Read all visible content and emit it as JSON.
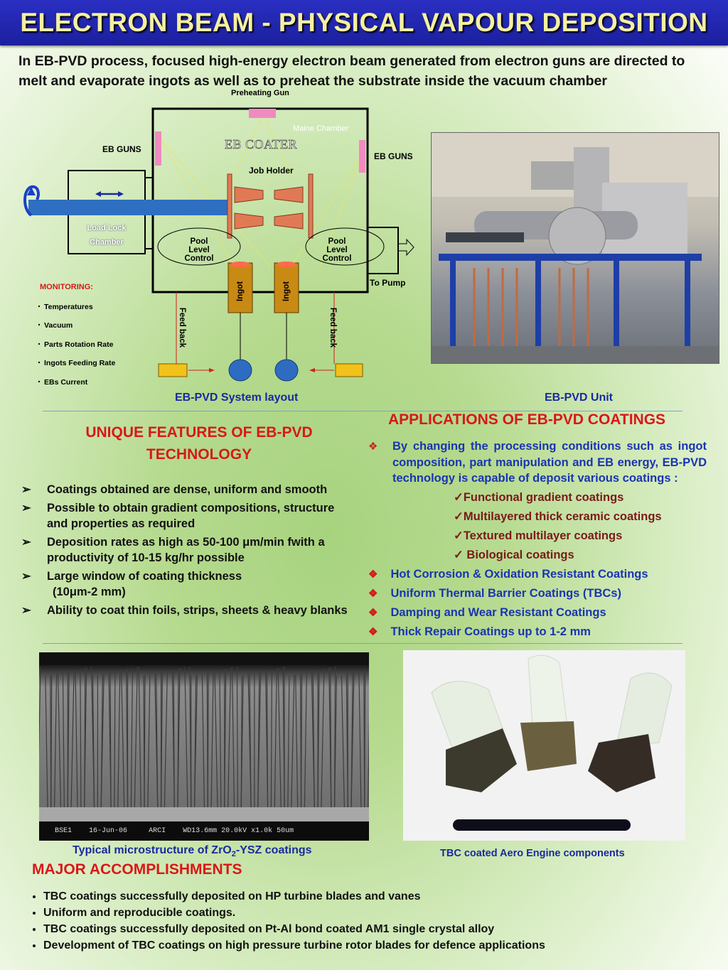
{
  "title": "ELECTRON BEAM - PHYSICAL VAPOUR DEPOSITION",
  "intro": "In EB-PVD process, focused high-energy electron beam generated from electron guns are directed to melt and evaporate ingots as well as to preheat the substrate inside the vacuum chamber",
  "diagram": {
    "preheating_gun": "Preheating Gun",
    "maine_chamber": "Maine Chamber",
    "eb_coater": "EB COATER",
    "eb_guns_left": "EB GUNS",
    "eb_guns_right": "EB GUNS",
    "job_holder": "Job Holder",
    "load_lock_1": "Load Lock",
    "load_lock_2": "Chamber",
    "pool_left": [
      "Pool",
      "Level",
      "Control"
    ],
    "pool_right": [
      "Pool",
      "Level",
      "Control"
    ],
    "ingot": "Ingot",
    "to_pump": "To Pump",
    "feed_back": "Feed back",
    "monitoring_title": "MONITORING:",
    "monitoring_items": [
      "Temperatures",
      "Vacuum",
      "Parts Rotation Rate",
      "Ingots Feeding Rate",
      "EBs Current"
    ],
    "caption": "EB-PVD System layout"
  },
  "unit_caption": "EB-PVD Unit",
  "features": {
    "heading_line1": "UNIQUE  FEATURES OF  EB-PVD",
    "heading_line2": "TECHNOLOGY",
    "bullet": "➢",
    "items": [
      "Coatings obtained are dense, uniform and smooth",
      "Possible to obtain gradient compositions, structure and properties as required",
      "Deposition rates as high as 50-100 μm/min fwith a productivity of 10-15 kg/hr possible",
      "Large window of coating thickness",
      "Ability to coat thin foils, strips, sheets & heavy blanks"
    ],
    "thickness_range": "(10μm-2 mm)"
  },
  "applications": {
    "heading": "APPLICATIONS OF EB-PVD COATINGS",
    "diamond": "❖",
    "intro": "By changing the processing conditions such as ingot composition, part manipulation and EB energy,  EB-PVD technology is capable of  deposit various  coatings :",
    "sub_items": [
      "✓Functional gradient coatings",
      "✓Multilayered thick ceramic coatings",
      "✓Textured multilayer coatings",
      "✓ Biological coatings"
    ],
    "items": [
      "Hot Corrosion & Oxidation Resistant Coatings",
      "Uniform Thermal Barrier Coatings (TBCs)",
      "Damping and Wear Resistant Coatings",
      "Thick Repair Coatings up to 1-2 mm"
    ]
  },
  "sem": {
    "info": [
      "BSE1",
      "16-Jun-06",
      "ARCI",
      "WD13.6mm 20.0kV x1.0k  50um"
    ],
    "caption_pre": "Typical microstructure of ZrO",
    "caption_sub": "2",
    "caption_post": "-YSZ coatings"
  },
  "tbc_caption": "TBC coated Aero Engine components",
  "accomplishments": {
    "heading": "MAJOR ACCOMPLISHMENTS",
    "items": [
      "TBC coatings successfully deposited on HP turbine  blades and vanes",
      "Uniform and reproducible coatings.",
      "TBC coatings successfully deposited on Pt-Al bond coated  AM1 single crystal alloy",
      "Development of TBC coatings on high pressure turbine rotor blades for defence applications"
    ]
  }
}
